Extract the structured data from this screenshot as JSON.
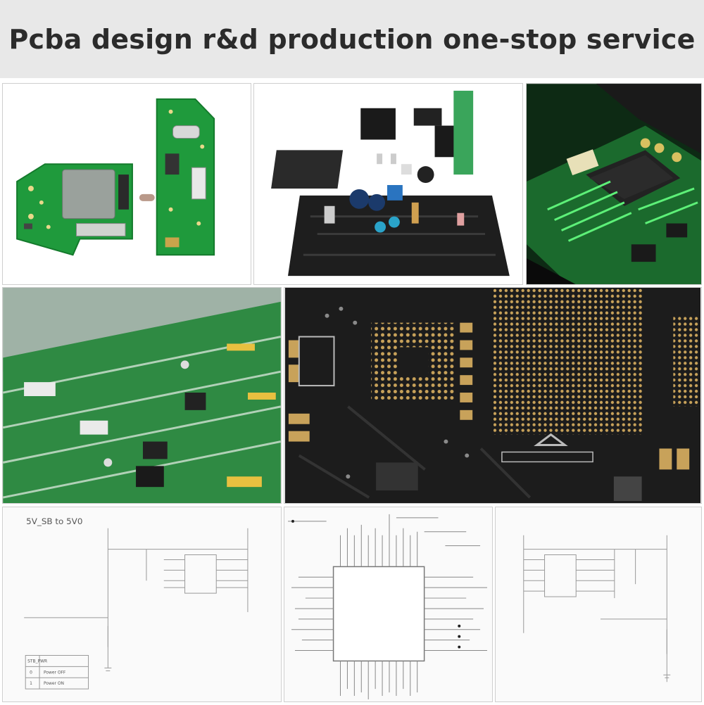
{
  "header": {
    "title": "Pcba design r&d production one-stop service"
  },
  "schematic_left": {
    "title": "5V_SB to 5V0",
    "table_header": "STB_PWR",
    "rows": [
      {
        "state": "0",
        "label": "Power OFF"
      },
      {
        "state": "1",
        "label": "Power ON"
      }
    ]
  },
  "colors": {
    "pcb_green": "#1f9a3c",
    "pcb_dark": "#1c1c1c",
    "copper": "#c8a25a",
    "banner_bg": "#e8e8e8"
  }
}
